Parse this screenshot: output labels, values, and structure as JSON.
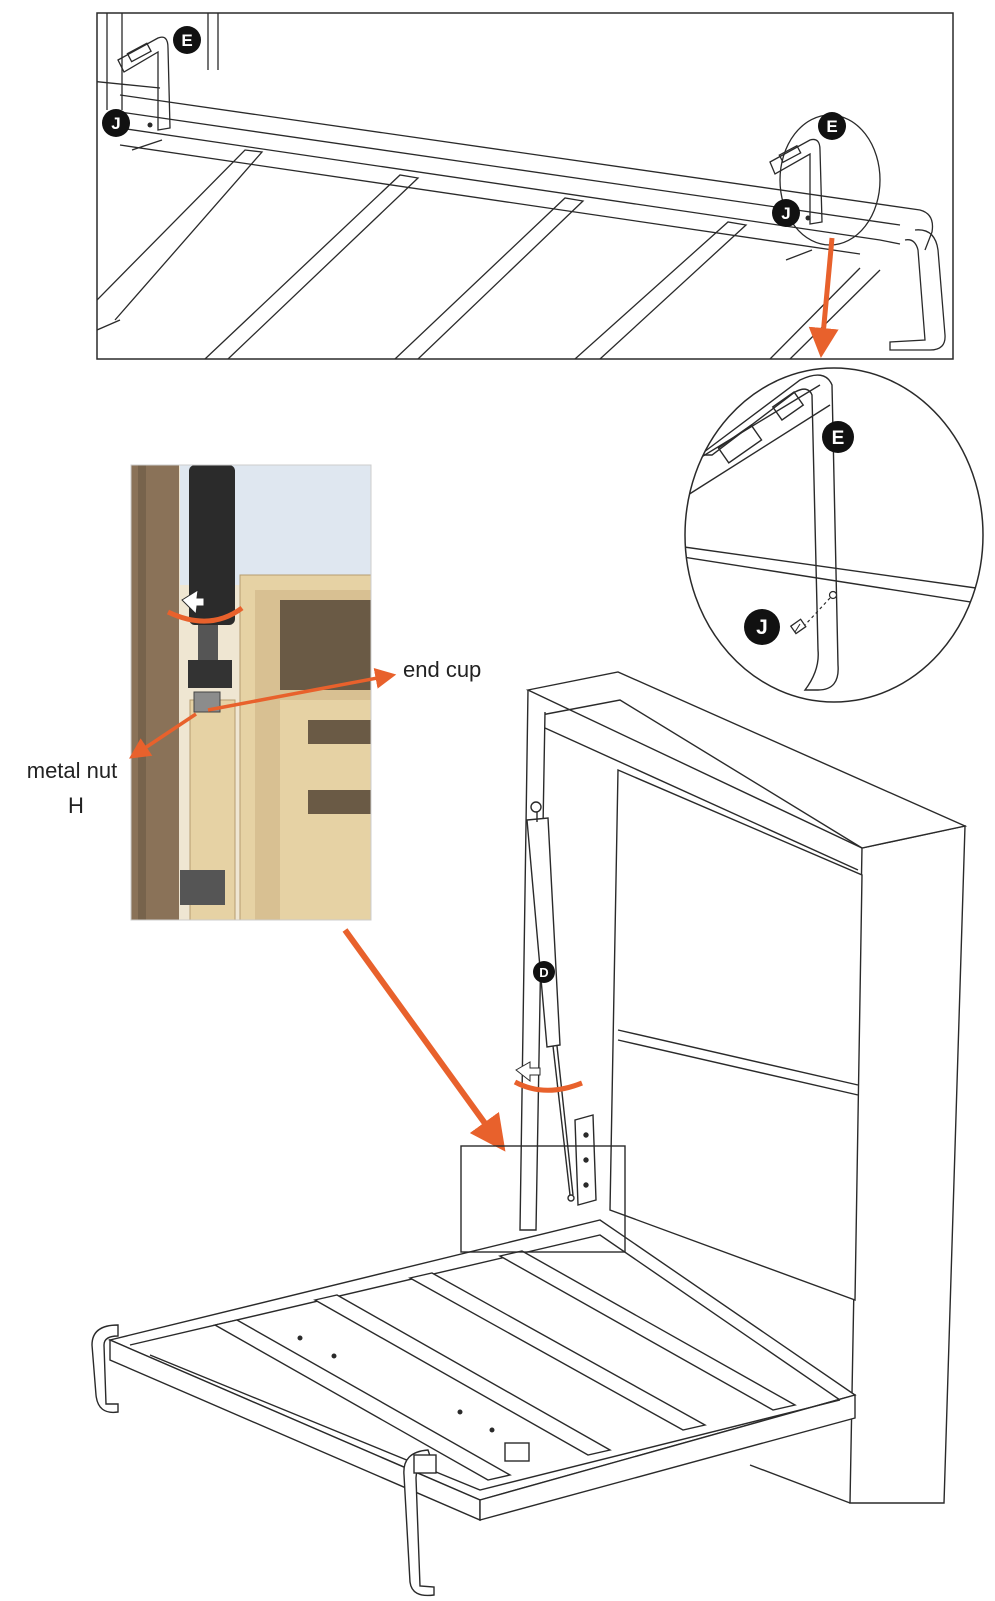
{
  "colors": {
    "line": "#2a2a2a",
    "accent_arrow": "#e8612c",
    "badge_fill": "#111111",
    "badge_text": "#ffffff",
    "wood_light": "#e6d2a4",
    "wood_mid": "#cdb384",
    "wood_dark": "#6a5a45",
    "strut": "#2b2b2b",
    "sky": "#dfe7f0"
  },
  "parts": {
    "bracket_top_left": "E",
    "screw_top_left": "J",
    "bracket_top_right": "E",
    "screw_top_right": "J",
    "bracket_zoom": "E",
    "screw_zoom": "J",
    "gas_spring": "D"
  },
  "photo_labels": {
    "end_cup": "end cup",
    "metal_nut_line1": "metal nut",
    "metal_nut_line2": "H"
  }
}
